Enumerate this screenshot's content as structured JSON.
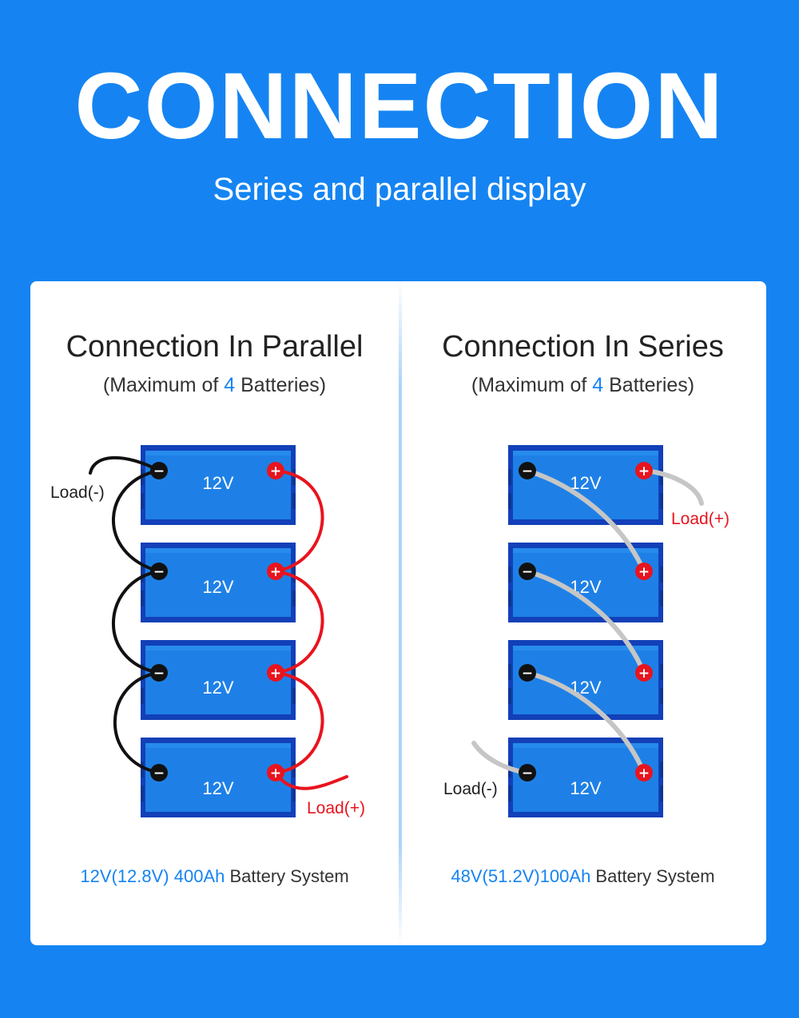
{
  "header": {
    "title": "CONNECTION",
    "subtitle": "Series and parallel display"
  },
  "parallel": {
    "title": "Connection In Parallel",
    "note_prefix": "(Maximum of ",
    "note_count": "4",
    "note_suffix": " Batteries)",
    "battery_label": "12V",
    "load_negative": "Load(-)",
    "load_positive": "Load(+)",
    "footer_spec": "12V(12.8V) 400Ah",
    "footer_suffix": " Battery System"
  },
  "series": {
    "title": "Connection In Series",
    "note_prefix": "(Maximum of ",
    "note_count": "4",
    "note_suffix": " Batteries)",
    "battery_label": "12V",
    "load_negative": "Load(-)",
    "load_positive": "Load(+)",
    "footer_spec": "48V(51.2V)100Ah",
    "footer_suffix": " Battery System"
  },
  "terminals": {
    "negative": "−",
    "positive": "+"
  },
  "colors": {
    "background": "#1584f2",
    "battery_fill": "#1e80e6",
    "battery_border": "#1240b8",
    "negative_terminal": "#111111",
    "positive_terminal": "#e8141e",
    "wire_negative": "#111111",
    "wire_positive": "#e8141e",
    "wire_series": "#c6c6c6",
    "accent_text": "#1584f2"
  }
}
